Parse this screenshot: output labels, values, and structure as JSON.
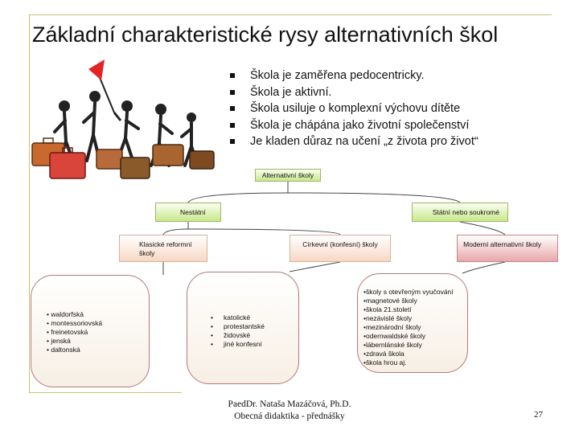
{
  "slide": {
    "title": "Základní charakteristické rysy alternativních škol",
    "bullets": [
      "Škola je zaměřena pedocentricky.",
      "Škola je aktivní.",
      "Škola usiluje o komplexní výchovu dítěte",
      "Škola je chápána jako životní společenství",
      "Je kladen důraz na učení „z života pro život“"
    ]
  },
  "diagram": {
    "root": "Alternativní školy",
    "level1": {
      "left": "Nestátní",
      "right": "Státní nebo soukromé"
    },
    "level2": {
      "reform": "Klasické reformní školy",
      "church": "Církevní (konfesní) školy",
      "modern": "Moderní alternativní školy"
    },
    "reform_list": [
      "• waldorfská",
      "• montessoriovská",
      "• freinetovská",
      "• jenská",
      "• daltonská"
    ],
    "church_list": [
      "katolické",
      "protestantské",
      "židovské",
      "jiné konfesní"
    ],
    "modern_list": [
      "•školy s otevřeným vyučování",
      "•magnetové školy",
      "•škola 21.století",
      "•nezávislé školy",
      "•mezinárodní školy",
      "•odernwaldské školy",
      "•lábernlánské školy",
      "•zdravá škola",
      "•škola hrou aj."
    ]
  },
  "footer": {
    "line1": "PaedDr. Nataša Mazáčová, Ph.D.",
    "line2": "Obecná didaktika - přednášky"
  },
  "page_number": "27",
  "colors": {
    "frame": "#c9c271",
    "level_green": "#c8e88c",
    "level_peach": "#f6d8c4",
    "level_pink": "#e8a7aa",
    "connector": "#444444"
  }
}
